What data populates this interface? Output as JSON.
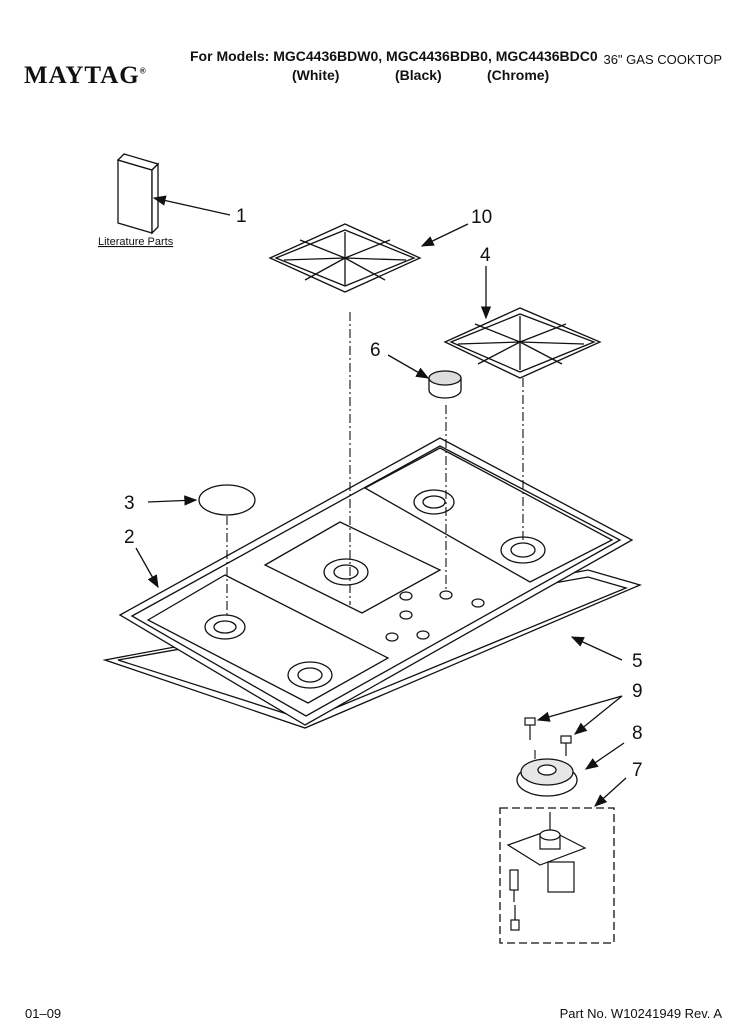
{
  "header": {
    "brand": "MAYTAG",
    "reg_mark": "®",
    "models_line": "For Models: MGC4436BDW0, MGC4436BDB0, MGC4436BDC0",
    "color_white": "(White)",
    "color_black": "(Black)",
    "color_chrome": "(Chrome)",
    "product": "36\" GAS COOKTOP"
  },
  "diagram": {
    "literature_label": "Literature Parts",
    "callouts": [
      "1",
      "10",
      "4",
      "6",
      "3",
      "2",
      "5",
      "9",
      "8",
      "7"
    ]
  },
  "footer": {
    "date": "01–09",
    "part_number": "Part No. W10241949 Rev. A"
  }
}
